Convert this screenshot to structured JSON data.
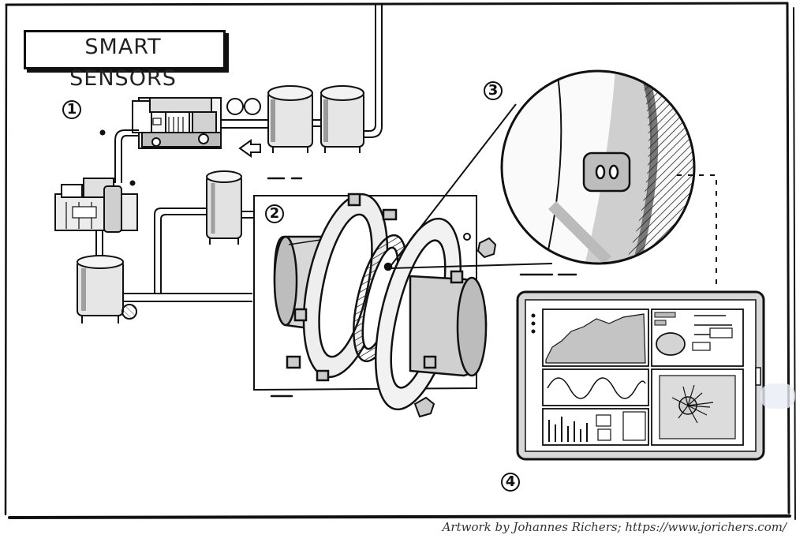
{
  "title": "SMART SENSORS",
  "markers": {
    "m1": "1",
    "m2": "2",
    "m3": "3",
    "m4": "4"
  },
  "credit": "Artwork by Johannes Richers; https://www.jorichers.com/"
}
